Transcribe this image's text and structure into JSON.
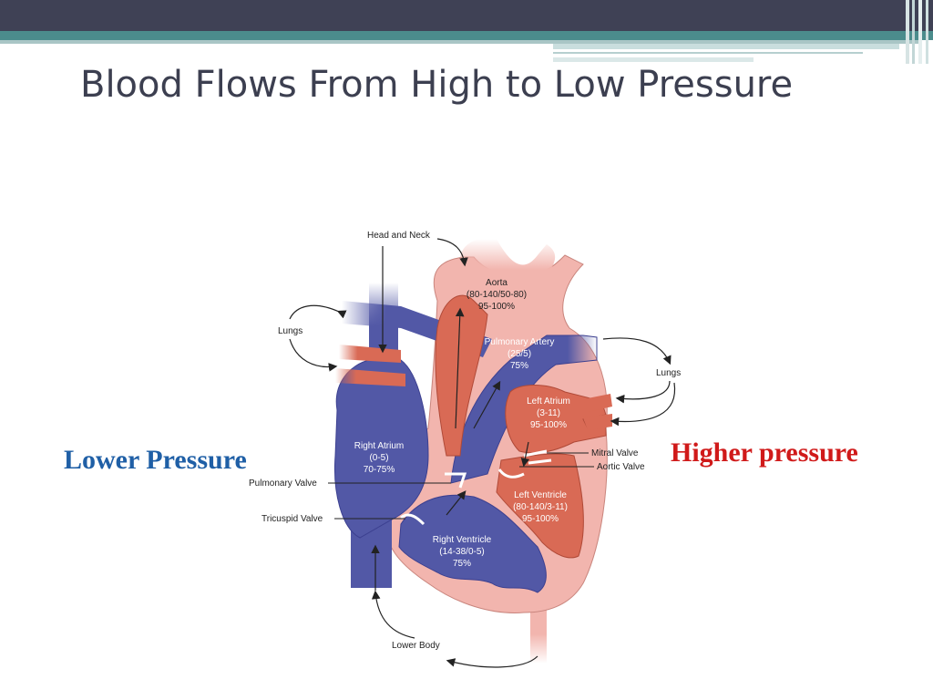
{
  "slide": {
    "title": "Blood Flows From High to Low Pressure",
    "left_label": "Lower Pressure",
    "right_label": "Higher pressure"
  },
  "colors": {
    "header_dark": "#3f4155",
    "header_teal": "#4b8c8c",
    "title_text": "#3c3f50",
    "lower_pressure": "#1f5fa6",
    "higher_pressure": "#d01a1a",
    "deoxygenated_blood": "#5258a6",
    "oxygenated_blood": "#d96a55",
    "heart_tissue": "#f2b5ae"
  },
  "diagram": {
    "head_neck": "Head and Neck",
    "lungs_left": "Lungs",
    "lungs_right": "Lungs",
    "aorta": {
      "name": "Aorta",
      "pressure": "(80-140/50-80)",
      "saturation": "95-100%"
    },
    "pulmonary_artery": {
      "name": "Pulmonary Artery",
      "pressure": "(25/5)",
      "saturation": "75%"
    },
    "left_atrium": {
      "name": "Left Atrium",
      "pressure": "(3-11)",
      "saturation": "95-100%"
    },
    "right_atrium": {
      "name": "Right Atrium",
      "pressure": "(0-5)",
      "saturation": "70-75%"
    },
    "left_ventricle": {
      "name": "Left Ventricle",
      "pressure": "(80-140/3-11)",
      "saturation": "95-100%"
    },
    "right_ventricle": {
      "name": "Right Ventricle",
      "pressure": "(14-38/0-5)",
      "saturation": "75%"
    },
    "mitral_valve": "Mitral Valve",
    "aortic_valve": "Aortic Valve",
    "pulmonary_valve": "Pulmonary Valve",
    "tricuspid_valve": "Tricuspid Valve",
    "lower_body": "Lower Body"
  }
}
